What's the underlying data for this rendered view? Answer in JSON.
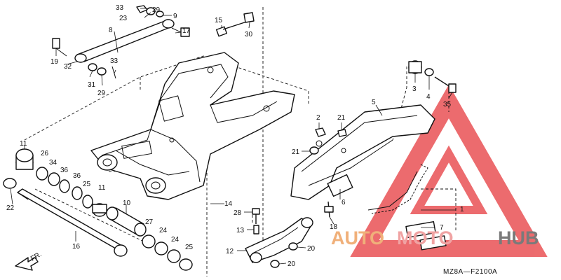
{
  "callouts": [
    "1",
    "2",
    "3",
    "4",
    "5",
    "6",
    "7",
    "8",
    "9",
    "10",
    "11",
    "11",
    "12",
    "13",
    "14",
    "15",
    "16",
    "17",
    "18",
    "19",
    "20",
    "20",
    "21",
    "21",
    "22",
    "23",
    "24",
    "24",
    "25",
    "25",
    "26",
    "27",
    "28",
    "29",
    "29",
    "30",
    "31",
    "32",
    "33",
    "33",
    "34",
    "35",
    "36",
    "36"
  ],
  "front_marker": "FR.",
  "diagram_code": "MZ8A—F2100A",
  "watermark": {
    "part1": "AUTO",
    "part2": "MOTO",
    "part3": "HUB",
    "colors": {
      "auto": "#f0b07a",
      "moto": "#f0a3a3",
      "hub": "#7a7a7a",
      "triangle": "#e8474a"
    }
  }
}
